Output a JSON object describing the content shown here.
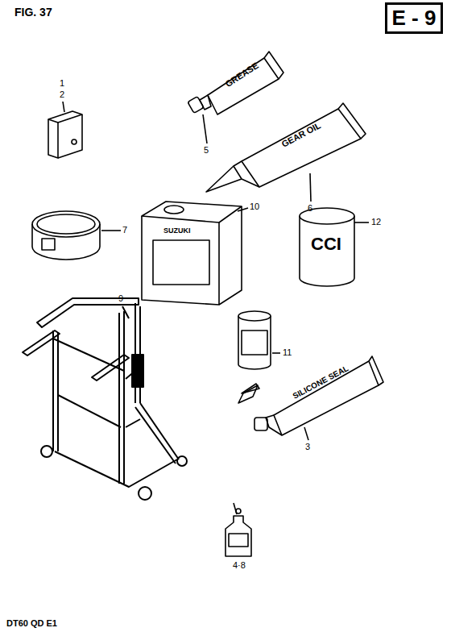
{
  "diagram": {
    "nodes": [
      {
        "text": [
          "E - 9"
        ]
      }
    ],
    "labels": [
      "FIG. 37",
      "1",
      "2",
      "5",
      "6",
      "7",
      "10",
      "12",
      "9",
      "11",
      "3",
      "4·8",
      "DT60 QD E1",
      "GREASE",
      "GEAR OIL",
      "SUZUKI",
      "CCI",
      "SILICONE SEAL"
    ]
  }
}
